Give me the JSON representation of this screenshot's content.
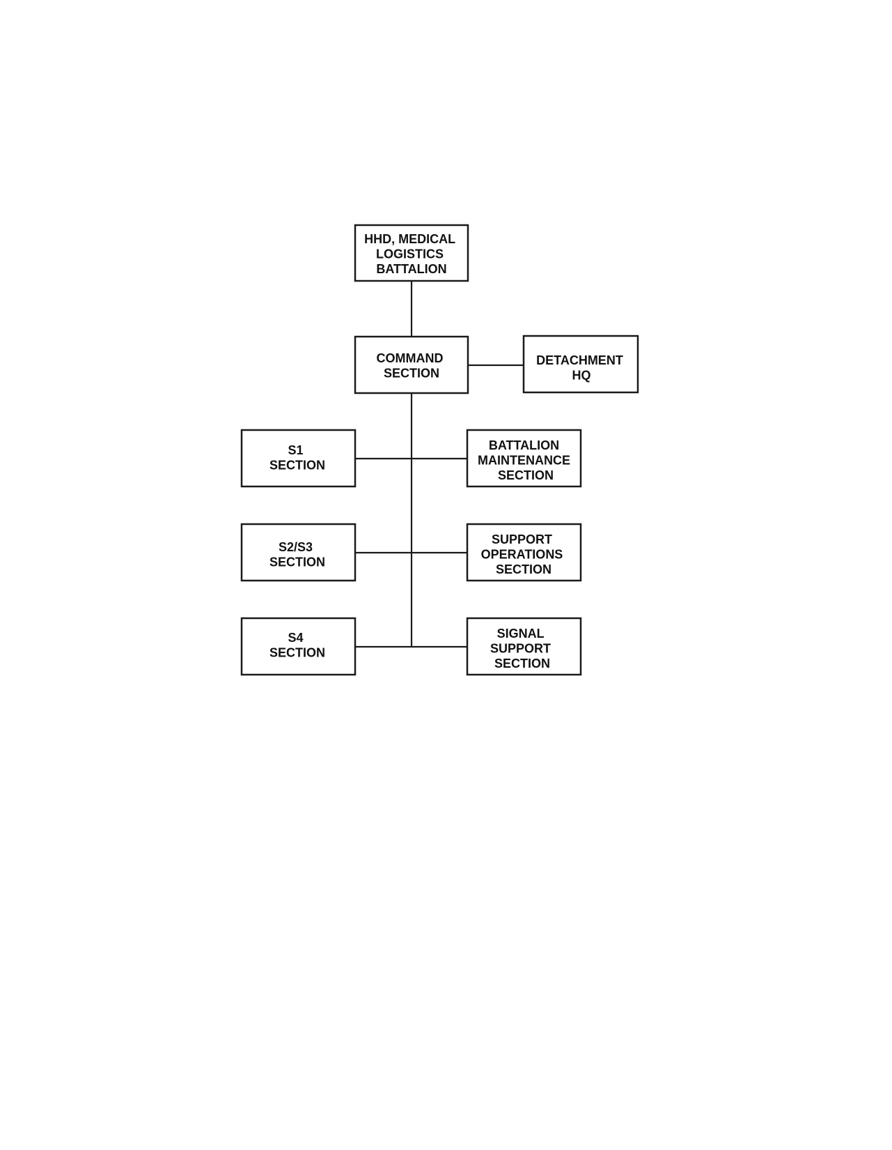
{
  "nodes": [
    {
      "id": "hhd",
      "lines": [
        "HHD, MEDICAL",
        "LOGISTICS",
        "BATTALION"
      ]
    },
    {
      "id": "command",
      "lines": [
        "COMMAND",
        "SECTION"
      ]
    },
    {
      "id": "detachment",
      "lines": [
        "DETACHMENT",
        "HQ"
      ]
    },
    {
      "id": "s1",
      "lines": [
        "S1",
        "SECTION"
      ]
    },
    {
      "id": "maintenance",
      "lines": [
        "BATTALION",
        "MAINTENANCE",
        "SECTION"
      ]
    },
    {
      "id": "s2s3",
      "lines": [
        "S2/S3",
        "SECTION"
      ]
    },
    {
      "id": "support-ops",
      "lines": [
        "SUPPORT",
        "OPERATIONS",
        "SECTION"
      ]
    },
    {
      "id": "s4",
      "lines": [
        "S4",
        "SECTION"
      ]
    },
    {
      "id": "signal",
      "lines": [
        "SIGNAL",
        "SUPPORT",
        "SECTION"
      ]
    }
  ],
  "edges": [
    [
      "hhd",
      "command"
    ],
    [
      "command",
      "detachment"
    ],
    [
      "command",
      "s1"
    ],
    [
      "command",
      "maintenance"
    ],
    [
      "command",
      "s2s3"
    ],
    [
      "command",
      "support-ops"
    ],
    [
      "command",
      "s4"
    ],
    [
      "command",
      "signal"
    ]
  ]
}
